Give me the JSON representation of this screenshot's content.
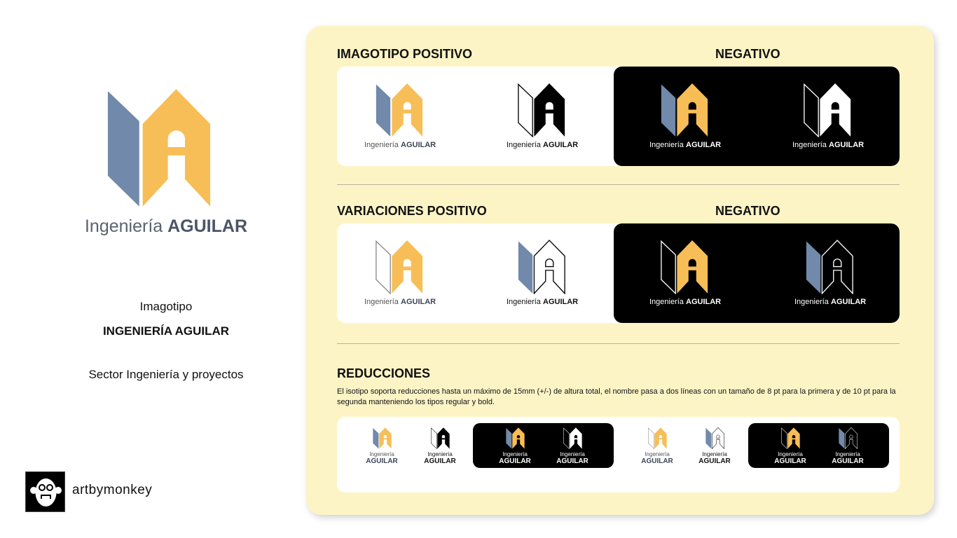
{
  "brand": {
    "name_light": "Ingeniería",
    "name_bold": "AGUILAR",
    "colors": {
      "blue": "#7189aa",
      "yellow": "#f7be57",
      "black": "#000000",
      "panel": "#fdf4c6"
    }
  },
  "left": {
    "type_label": "Imagotipo",
    "title": "INGENIERÍA AGUILAR",
    "sector": "Sector Ingeniería y proyectos"
  },
  "footer": {
    "studio": "artbymonkey"
  },
  "sections": {
    "imagotipo": {
      "positive": "IMAGOTIPO POSITIVO",
      "negative": "NEGATIVO"
    },
    "variaciones": {
      "positive": "VARIACIONES POSITIVO",
      "negative": "NEGATIVO"
    },
    "reducciones": {
      "title": "REDUCCIONES",
      "description": "El isotipo soporta reducciones hasta un máximo de 15mm (+/-) de altura total, el nombre pasa a dos líneas con un tamaño de 8 pt para la primera y de 10 pt para la segunda manteniendo los tipos regular y bold."
    }
  },
  "variants": {
    "color": {
      "panel": "#7189aa",
      "pstroke": "none",
      "house": "#f7be57",
      "hstroke": "none",
      "hole": "#ffffff"
    },
    "mono": {
      "panel": "#ffffff",
      "pstroke": "#000000",
      "house": "#000000",
      "hstroke": "none",
      "hole": "#ffffff"
    },
    "color_dark": {
      "panel": "#7189aa",
      "pstroke": "none",
      "house": "#f7be57",
      "hstroke": "none",
      "hole": "#000000"
    },
    "mono_dark": {
      "panel": "#000000",
      "pstroke": "#ffffff",
      "house": "#ffffff",
      "hstroke": "none",
      "hole": "#000000"
    },
    "var1": {
      "panel": "#ffffff",
      "pstroke": "#888888",
      "house": "#f7be57",
      "hstroke": "none",
      "hole": "#ffffff"
    },
    "var2": {
      "panel": "#7189aa",
      "pstroke": "none",
      "house": "#ffffff",
      "hstroke": "#000000",
      "hole": "#ffffff"
    },
    "var1_dark": {
      "panel": "#000000",
      "pstroke": "#ffffff",
      "house": "#f7be57",
      "hstroke": "none",
      "hole": "#000000"
    },
    "var2_dark": {
      "panel": "#7189aa",
      "pstroke": "none",
      "house": "#000000",
      "hstroke": "#ffffff",
      "hole": "#000000"
    }
  }
}
